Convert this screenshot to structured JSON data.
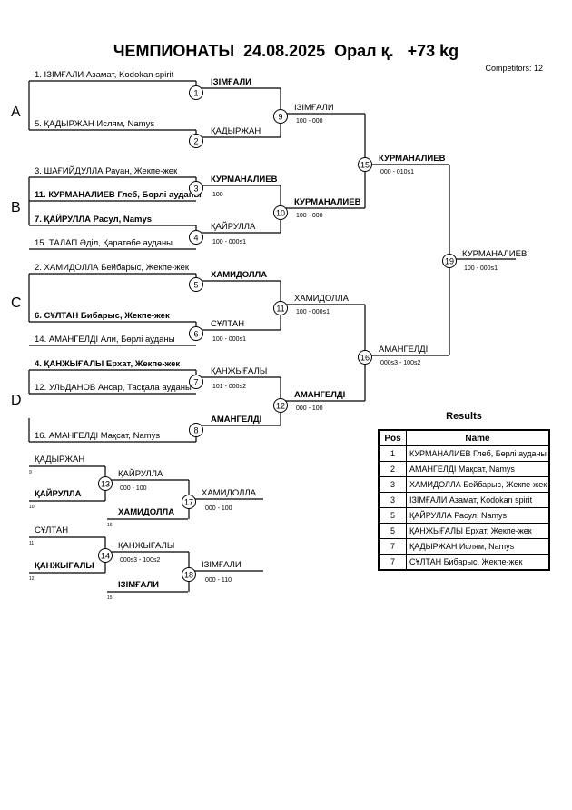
{
  "header": {
    "title": "ЧЕМПИОНАТЫ  24.08.2025  Орал қ.   +73 kg",
    "competitors": "Competitors: 12"
  },
  "pools": [
    "A",
    "B",
    "C",
    "D"
  ],
  "entries": [
    {
      "id": "e1",
      "text": "1. ІЗІМҒАЛИ Азамат, Kodokan spirit",
      "bold": false
    },
    {
      "id": "e5",
      "text": "5. ҚАДЫРЖАН Ислям, Namys",
      "bold": false
    },
    {
      "id": "e3",
      "text": "3. ШАҒИЙДУЛЛА Рауан, Жекпе-жек",
      "bold": false
    },
    {
      "id": "e11",
      "text": "11. КУРМАНАЛИЕВ Глеб, Бөрлі ауданы",
      "bold": true
    },
    {
      "id": "e7",
      "text": "7. ҚАЙРУЛЛА Расул, Namys",
      "bold": true
    },
    {
      "id": "e15",
      "text": "15. ТАЛАП Әділ, Қаратөбе ауданы",
      "bold": false
    },
    {
      "id": "e2",
      "text": "2. ХАМИДОЛЛА Бейбарыс, Жекпе-жек",
      "bold": false
    },
    {
      "id": "e6",
      "text": "6. СҰЛТАН Бибарыс, Жекпе-жек",
      "bold": true
    },
    {
      "id": "e14",
      "text": "14. АМАНГЕЛДІ Али, Бөрлі ауданы",
      "bold": false
    },
    {
      "id": "e4",
      "text": "4. ҚАНЖЫҒАЛЫ Ерхат, Жекпе-жек",
      "bold": true
    },
    {
      "id": "e12",
      "text": "12. УЛЬДАНОВ Ансар, Тасқала ауданы",
      "bold": false
    },
    {
      "id": "e16",
      "text": "16. АМАНГЕЛДІ Мақсат, Namys",
      "bold": false
    }
  ],
  "matches": [
    {
      "num": "1",
      "winner": "ІЗІМҒАЛИ",
      "score": "",
      "bold": true
    },
    {
      "num": "2",
      "winner": "ҚАДЫРЖАН",
      "score": "",
      "bold": false
    },
    {
      "num": "3",
      "winner": "КУРМАНАЛИЕВ",
      "score": "100",
      "bold": true
    },
    {
      "num": "4",
      "winner": "ҚАЙРУЛЛА",
      "score": "100 - 000s1",
      "bold": false
    },
    {
      "num": "5",
      "winner": "ХАМИДОЛЛА",
      "score": "",
      "bold": true
    },
    {
      "num": "6",
      "winner": "СҰЛТАН",
      "score": "100 - 000s1",
      "bold": false
    },
    {
      "num": "7",
      "winner": "ҚАНЖЫҒАЛЫ",
      "score": "101 - 000s2",
      "bold": false
    },
    {
      "num": "8",
      "winner": "АМАНГЕЛДІ",
      "score": "",
      "bold": true
    },
    {
      "num": "9",
      "winner": "ІЗІМҒАЛИ",
      "score": "100 - 000",
      "bold": false
    },
    {
      "num": "10",
      "winner": "КУРМАНАЛИЕВ",
      "score": "100 - 000",
      "bold": true
    },
    {
      "num": "11",
      "winner": "ХАМИДОЛЛА",
      "score": "100 - 000s1",
      "bold": false
    },
    {
      "num": "12",
      "winner": "АМАНГЕЛДІ",
      "score": "000 - 100",
      "bold": true
    },
    {
      "num": "15",
      "winner": "КУРМАНАЛИЕВ",
      "score": "000 - 010s1",
      "bold": true
    },
    {
      "num": "16",
      "winner": "АМАНГЕЛДІ",
      "score": "000s3 - 100s2",
      "bold": false
    },
    {
      "num": "19",
      "winner": "КУРМАНАЛИЕВ",
      "score": "100 - 000s1",
      "bold": false
    }
  ],
  "repechage": {
    "slots": [
      {
        "name": "ҚАДЫРЖАН",
        "seed": "9",
        "bold": false
      },
      {
        "name": "ҚАЙРУЛЛА",
        "seed": "10",
        "bold": true
      },
      {
        "name": "ХАМИДОЛЛА",
        "seed": "16",
        "bold": true
      },
      {
        "name": "СҰЛТАН",
        "seed": "11",
        "bold": false
      },
      {
        "name": "ҚАНЖЫҒАЛЫ",
        "seed": "12",
        "bold": true
      },
      {
        "name": "ІЗІМҒАЛИ",
        "seed": "15",
        "bold": true
      }
    ],
    "matches": [
      {
        "num": "13",
        "winner": "ҚАЙРУЛЛА",
        "score": "000 - 100"
      },
      {
        "num": "17",
        "winner": "ХАМИДОЛЛА",
        "score": "000 - 100"
      },
      {
        "num": "14",
        "winner": "ҚАНЖЫҒАЛЫ",
        "score": "000s3 - 100s2"
      },
      {
        "num": "18",
        "winner": "ІЗІМҒАЛИ",
        "score": "000 - 110"
      }
    ]
  },
  "results": {
    "title": "Results",
    "headers": [
      "Pos",
      "Name"
    ],
    "rows": [
      {
        "pos": "1",
        "name": "КУРМАНАЛИЕВ Глеб, Бөрлі ауданы"
      },
      {
        "pos": "2",
        "name": "АМАНГЕЛДІ Мақсат, Namys"
      },
      {
        "pos": "3",
        "name": "ХАМИДОЛЛА Бейбарыс, Жекпе-жек"
      },
      {
        "pos": "3",
        "name": "ІЗІМҒАЛИ Азамат, Kodokan spirit"
      },
      {
        "pos": "5",
        "name": "ҚАЙРУЛЛА Расул, Namys"
      },
      {
        "pos": "5",
        "name": "ҚАНЖЫҒАЛЫ Ерхат, Жекпе-жек"
      },
      {
        "pos": "7",
        "name": "ҚАДЫРЖАН Ислям, Namys"
      },
      {
        "pos": "7",
        "name": "СҰЛТАН Бибарыс, Жекпе-жек"
      }
    ]
  }
}
